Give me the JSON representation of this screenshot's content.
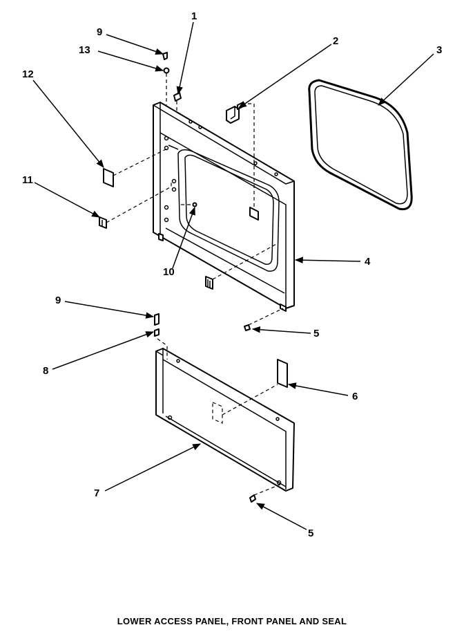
{
  "diagram": {
    "caption": "LOWER ACCESS PANEL, FRONT PANEL AND SEAL",
    "callouts": {
      "c1": "1",
      "c2": "2",
      "c3": "3",
      "c4": "4",
      "c5a": "5",
      "c5b": "5",
      "c6": "6",
      "c7": "7",
      "c8": "8",
      "c9a": "9",
      "c9b": "9",
      "c10": "10",
      "c11": "11",
      "c12": "12",
      "c13": "13"
    },
    "colors": {
      "ink": "#000000",
      "paper": "#ffffff"
    }
  }
}
